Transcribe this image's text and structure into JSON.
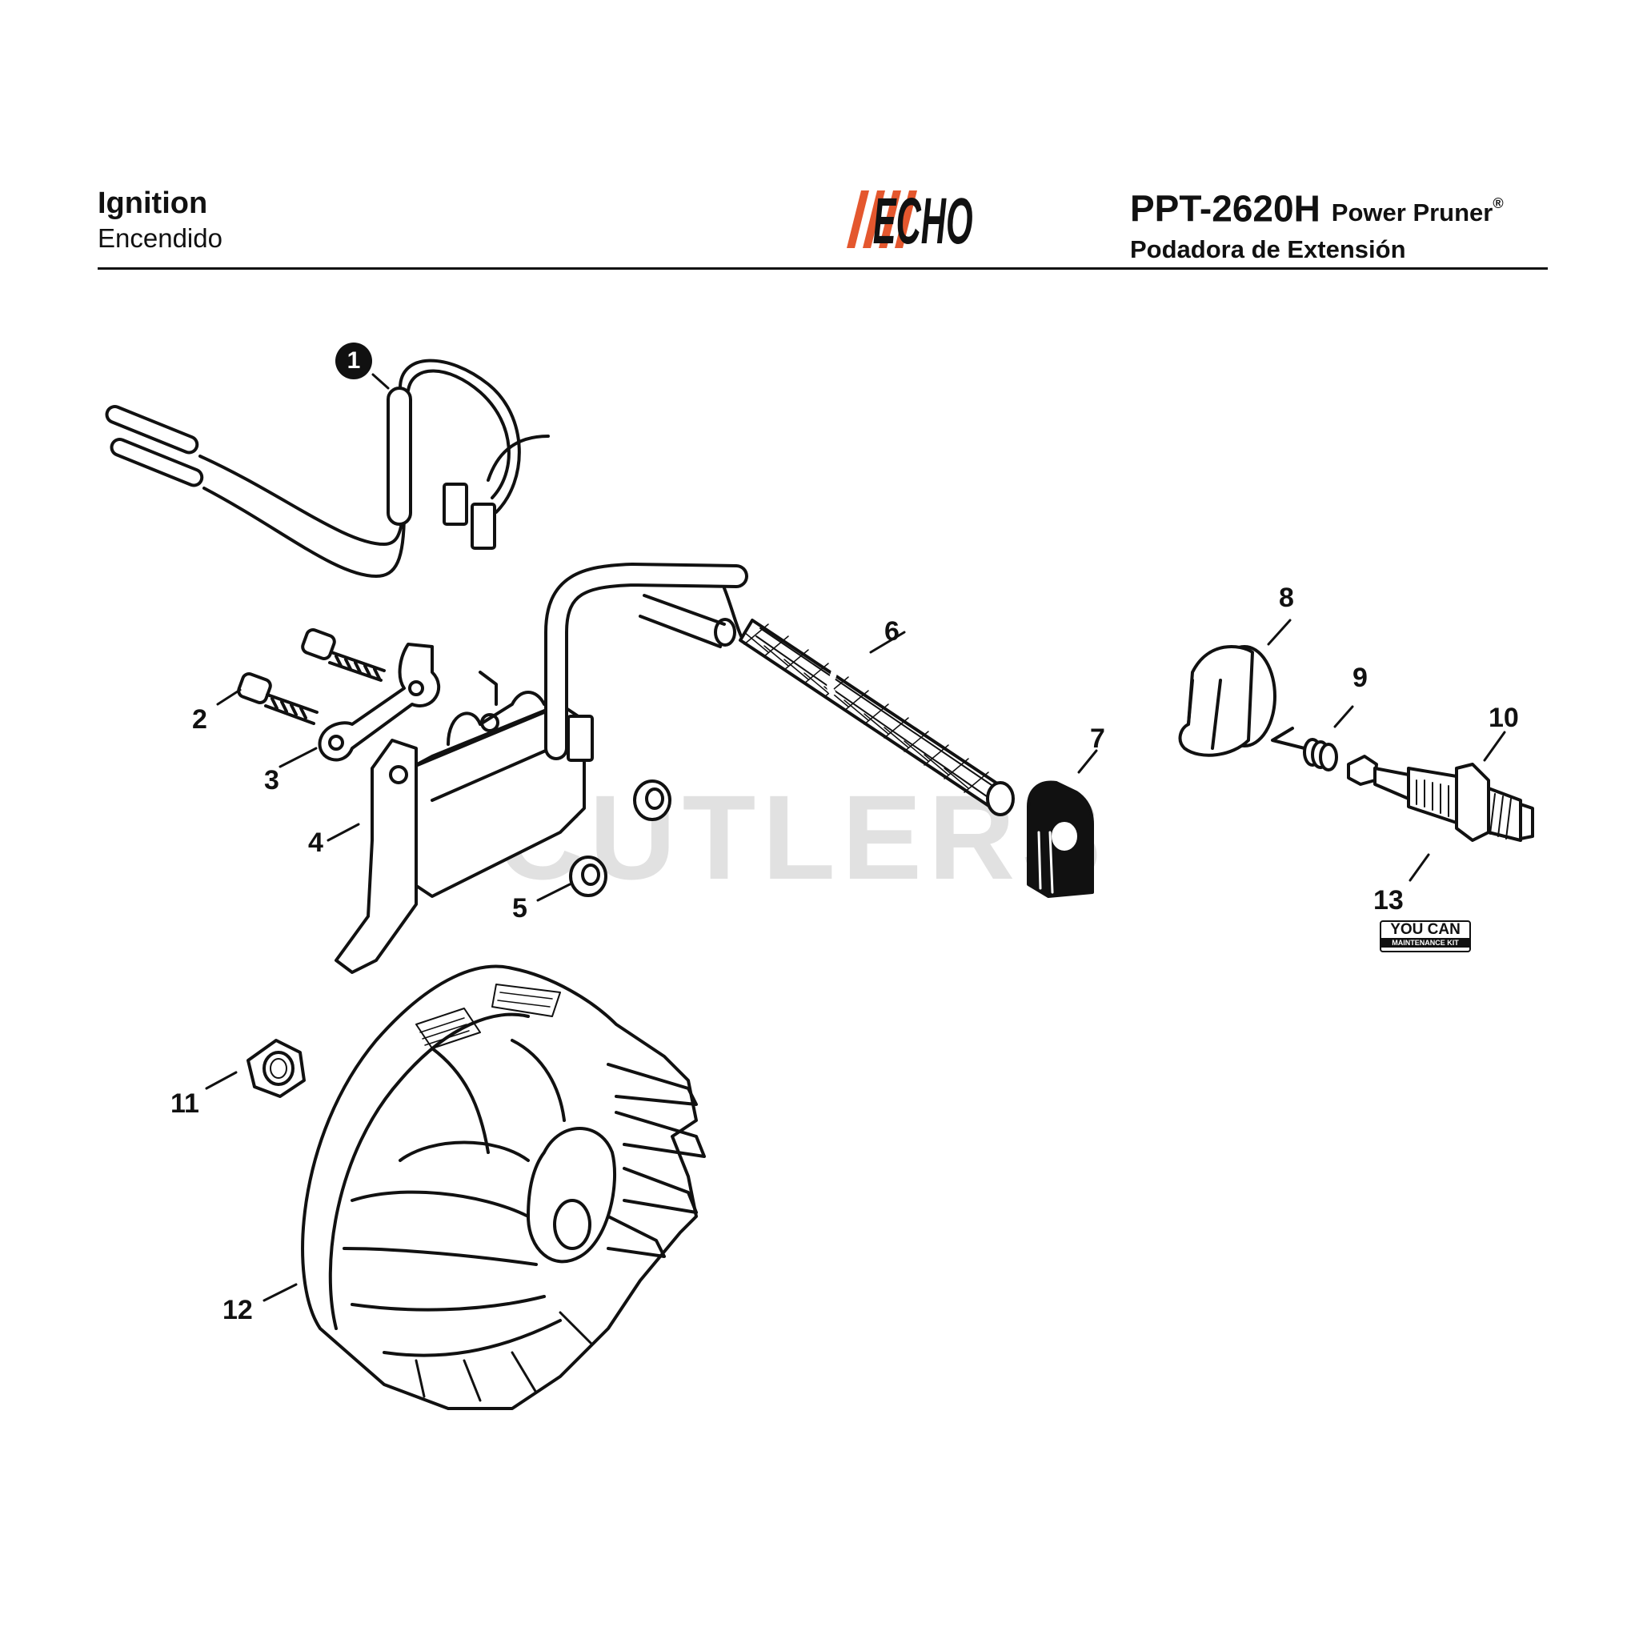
{
  "header": {
    "section_title": "Ignition",
    "section_title_es": "Encendido",
    "brand": "ECHO",
    "model": "PPT-2620H",
    "product_name": "Power Pruner",
    "product_mark": "®",
    "product_name_es": "Podadora de Extensión"
  },
  "colors": {
    "brand_orange": "#E4572E",
    "ink": "#111111"
  },
  "watermark": "CUTLERS",
  "badge": {
    "top": "YOU CAN",
    "bottom": "MAINTENANCE KIT"
  },
  "parts": [
    {
      "label": "1",
      "icon": "wire-harness"
    },
    {
      "label": "2",
      "icon": "bolt"
    },
    {
      "label": "3",
      "icon": "ground-terminal"
    },
    {
      "label": "4",
      "icon": "ignition-coil"
    },
    {
      "label": "5",
      "icon": "washer"
    },
    {
      "label": "6",
      "icon": "insulation-tube"
    },
    {
      "label": "7",
      "icon": "grommet"
    },
    {
      "label": "8",
      "icon": "spark-plug-cap"
    },
    {
      "label": "9",
      "icon": "spring"
    },
    {
      "label": "10",
      "icon": "spark-plug"
    },
    {
      "label": "11",
      "icon": "nut"
    },
    {
      "label": "12",
      "icon": "flywheel"
    },
    {
      "label": "13",
      "icon": "maintenance-kit"
    }
  ]
}
